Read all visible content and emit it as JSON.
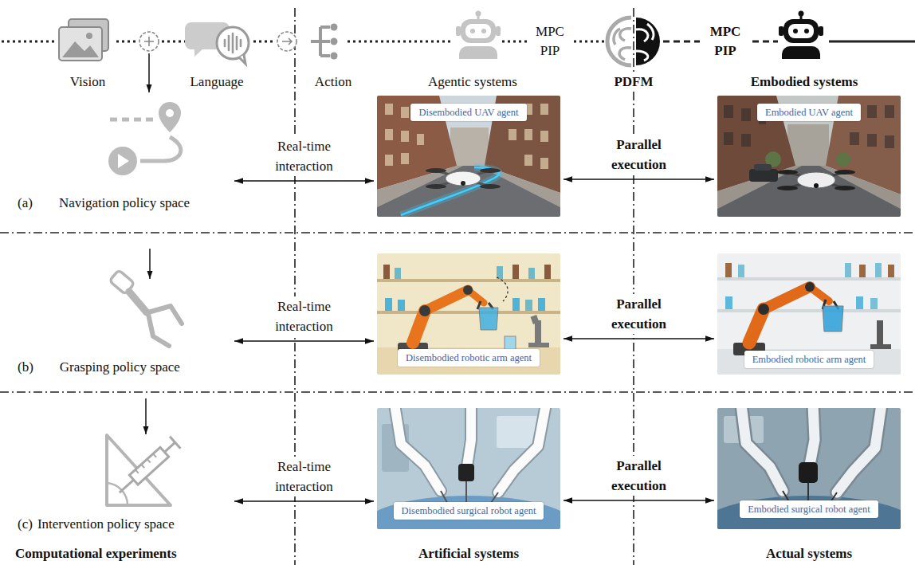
{
  "diagram": {
    "nodes": [
      {
        "text": [
          "(a)",
          "Navigation policy space"
        ]
      },
      {
        "text": [
          "Disembodied UAV agent"
        ]
      },
      {
        "text": [
          "Embodied UAV agent"
        ]
      },
      {
        "text": [
          "(b)",
          "Grasping policy space"
        ]
      },
      {
        "text": [
          "Disembodied robotic arm agent"
        ]
      },
      {
        "text": [
          "Embodied robotic arm agent"
        ]
      },
      {
        "text": [
          "(c)",
          "Intervention policy space"
        ]
      },
      {
        "text": [
          "Disembodied surgical robot agent"
        ]
      },
      {
        "text": [
          "Embodied surgical robot agent"
        ]
      }
    ],
    "edges": [
      {
        "from": 0,
        "to": 1,
        "arrow": "both",
        "label": "Real-time interaction"
      },
      {
        "from": 1,
        "to": 2,
        "arrow": "both",
        "label": "Parallel execution"
      },
      {
        "from": 3,
        "to": 4,
        "arrow": "both",
        "label": "Real-time interaction"
      },
      {
        "from": 4,
        "to": 5,
        "arrow": "both",
        "label": "Parallel execution"
      },
      {
        "from": 6,
        "to": 7,
        "arrow": "both",
        "label": "Real-time interaction"
      },
      {
        "from": 7,
        "to": 8,
        "arrow": "both",
        "label": "Parallel execution"
      }
    ],
    "labels": [
      "Vision",
      "Language",
      "Action",
      "Agentic systems",
      "MPC PIP",
      "PDFM",
      "MPC PIP",
      "Embodied systems",
      "Computational experiments",
      "Artificial systems",
      "Actual systems"
    ]
  }
}
